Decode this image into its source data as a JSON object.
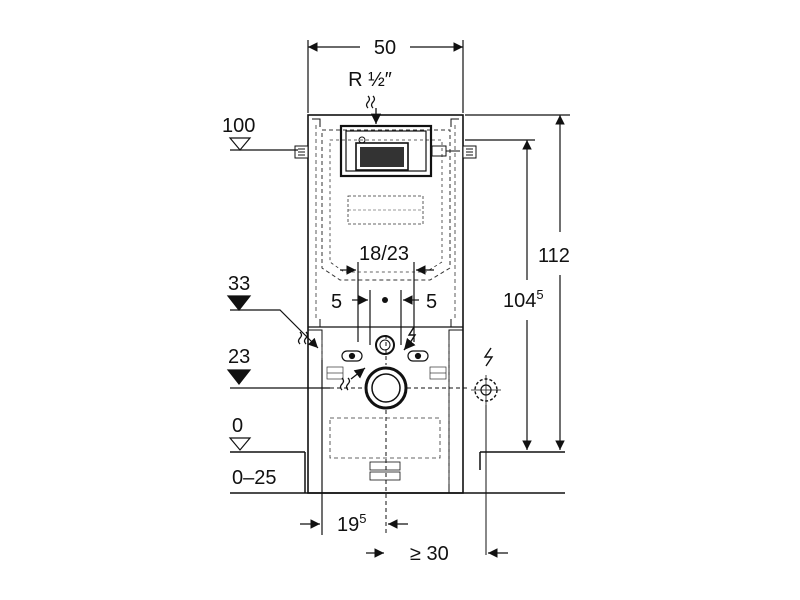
{
  "dimensions": {
    "width_top": "50",
    "connection": "R ½″",
    "level_100": "100",
    "level_33": "33",
    "level_23": "23",
    "level_0": "0",
    "level_range": "0–25",
    "bolt_spacing": "18/23",
    "offset_left": "5",
    "offset_right": "5",
    "height_total": "112",
    "height_frame_main": "104",
    "height_frame_sup": "5",
    "drain_offset_main": "19",
    "drain_offset_sup": "5",
    "min_clearance": "≥ 30"
  },
  "colors": {
    "line": "#111111",
    "dash": "#333333",
    "fill_dark": "#222222"
  }
}
